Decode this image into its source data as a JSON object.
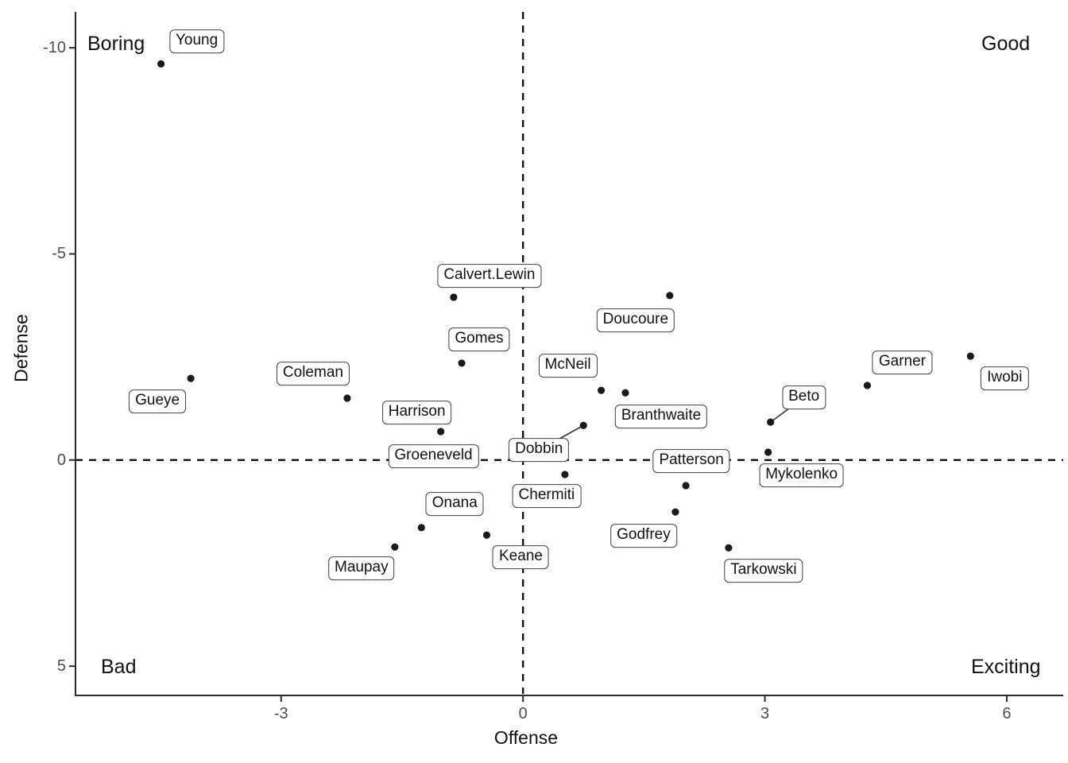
{
  "chart_data": {
    "type": "scatter",
    "xlabel": "Offense",
    "ylabel": "Defense",
    "x_ticks": [
      -3,
      0,
      3,
      6
    ],
    "y_ticks": [
      -10,
      -5,
      0,
      5
    ],
    "x_range": [
      -5.55,
      6.7
    ],
    "y_range_top_to_bottom": [
      -10.87,
      5.71
    ],
    "y_axis_reversed": true,
    "grid": false,
    "reference_lines": {
      "vertical_x": 0,
      "horizontal_y": 0,
      "style": "dashed"
    },
    "point_color": "#1a1a1a",
    "axis_color": "#2b2b2b",
    "tick_label_color": "#4d4d4d",
    "quadrant_labels": [
      {
        "text": "Boring",
        "corner": "top-left"
      },
      {
        "text": "Good",
        "corner": "top-right"
      },
      {
        "text": "Bad",
        "corner": "bottom-left"
      },
      {
        "text": "Exciting",
        "corner": "bottom-right"
      }
    ],
    "points": [
      {
        "name": "Young",
        "offense": -4.49,
        "defense": -9.61,
        "label_dx": 45,
        "label_dy": -28,
        "connector": false
      },
      {
        "name": "Gueye",
        "offense": -4.12,
        "defense": -1.98,
        "label_dx": -42,
        "label_dy": 29,
        "connector": false
      },
      {
        "name": "Coleman",
        "offense": -2.18,
        "defense": -1.5,
        "label_dx": -43,
        "label_dy": -31,
        "connector": false
      },
      {
        "name": "Calvert.Lewin",
        "offense": -0.86,
        "defense": -3.95,
        "label_dx": 45,
        "label_dy": -27,
        "connector": false
      },
      {
        "name": "Gomes",
        "offense": -0.76,
        "defense": -2.35,
        "label_dx": 22,
        "label_dy": -30,
        "connector": false
      },
      {
        "name": "Harrison",
        "offense": -1.02,
        "defense": -0.69,
        "label_dx": -30,
        "label_dy": -24,
        "connector": false
      },
      {
        "name": "Groeneveld",
        "offense": -1.11,
        "defense": -0.09,
        "label_dx": 0,
        "label_dy": 0,
        "connector": false
      },
      {
        "name": "Doucoure",
        "offense": 1.82,
        "defense": -3.99,
        "label_dx": -43,
        "label_dy": 31,
        "connector": false
      },
      {
        "name": "McNeil",
        "offense": 0.97,
        "defense": -1.69,
        "label_dx": -42,
        "label_dy": -31,
        "connector": false
      },
      {
        "name": "Branthwaite",
        "offense": 1.27,
        "defense": -1.63,
        "label_dx": 45,
        "label_dy": 30,
        "connector": false
      },
      {
        "name": "Dobbin",
        "offense": 0.75,
        "defense": -0.84,
        "label_dx": -56,
        "label_dy": 31,
        "connector": true
      },
      {
        "name": "Chermiti",
        "offense": 0.52,
        "defense": 0.35,
        "label_dx": -23,
        "label_dy": 27,
        "connector": false
      },
      {
        "name": "Beto",
        "offense": 3.07,
        "defense": -0.92,
        "label_dx": 42,
        "label_dy": -31,
        "connector": true
      },
      {
        "name": "Mykolenko",
        "offense": 3.04,
        "defense": -0.19,
        "label_dx": 42,
        "label_dy": 29,
        "connector": false
      },
      {
        "name": "Garner",
        "offense": 4.27,
        "defense": -1.81,
        "label_dx": 44,
        "label_dy": -29,
        "connector": false
      },
      {
        "name": "Iwobi",
        "offense": 5.55,
        "defense": -2.52,
        "label_dx": 43,
        "label_dy": 28,
        "connector": false
      },
      {
        "name": "Patterson",
        "offense": 2.02,
        "defense": 0.62,
        "label_dx": 7,
        "label_dy": -31,
        "connector": false
      },
      {
        "name": "Godfrey",
        "offense": 1.89,
        "defense": 1.26,
        "label_dx": -40,
        "label_dy": 30,
        "connector": false
      },
      {
        "name": "Onana",
        "offense": -1.26,
        "defense": 1.64,
        "label_dx": 42,
        "label_dy": -30,
        "connector": false
      },
      {
        "name": "Keane",
        "offense": -0.45,
        "defense": 1.82,
        "label_dx": 43,
        "label_dy": 28,
        "connector": false
      },
      {
        "name": "Maupay",
        "offense": -1.59,
        "defense": 2.11,
        "label_dx": -42,
        "label_dy": 27,
        "connector": false
      },
      {
        "name": "Tarkowski",
        "offense": 2.55,
        "defense": 2.13,
        "label_dx": 44,
        "label_dy": 29,
        "connector": false
      }
    ]
  }
}
